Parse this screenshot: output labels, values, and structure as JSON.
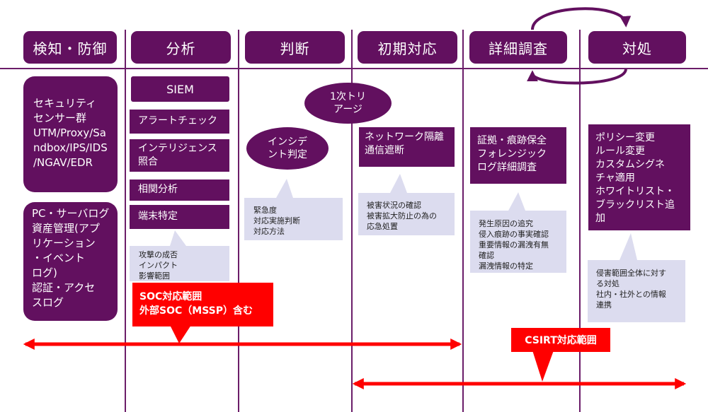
{
  "phases": [
    "検知・防御",
    "分析",
    "判断",
    "初期対応",
    "詳細調査",
    "対処"
  ],
  "detection": {
    "sensors": "セキュリティ\nセンサー群\nUTM/Proxy/Sa\nndbox/IPS/IDS\n/NGAV/EDR",
    "logs": "PC・サーバログ\n資産管理(アプ\nリケーション\n・イベント\nログ)\n認証・アクセ\nスログ"
  },
  "analysis": {
    "siem": "SIEM",
    "steps": [
      "アラートチェック",
      "インテリジェンス\n照合",
      "相関分析",
      "端末特定"
    ],
    "callout": "攻撃の成否\nインパクト\n影響範囲"
  },
  "judgment": {
    "triage": "1次トリ\nアージ",
    "incident": "インシデ\nント判定",
    "callout": "緊急度\n対応実施判断\n対応方法"
  },
  "initial": {
    "box": "ネットワーク隔離\n通信遮断",
    "callout": "被害状況の確認\n被害拡大防止の為の\n応急処置"
  },
  "investigation": {
    "box": "証拠・痕跡保全\nフォレンジック\nログ詳細調査",
    "callout": "発生原因の追究\n侵入痕跡の事実確認\n重要情報の漏洩有無\n確認\n漏洩情報の特定"
  },
  "response": {
    "box": "ポリシー変更\nルール変更\nカスタムシグネ\nチャ適用\nホワイトリスト・\nブラックリスト追\n加",
    "callout": "侵害範囲全体に対す\nる対処\n社内・社外との情報\n連携"
  },
  "labels": {
    "soc": "SOC対応範囲\n外部SOC（MSSP）含む",
    "csirt": "CSIRT対応範囲"
  },
  "colors": {
    "purple": "#62105f",
    "red": "#ff0000",
    "callout": "#dcdcef"
  }
}
